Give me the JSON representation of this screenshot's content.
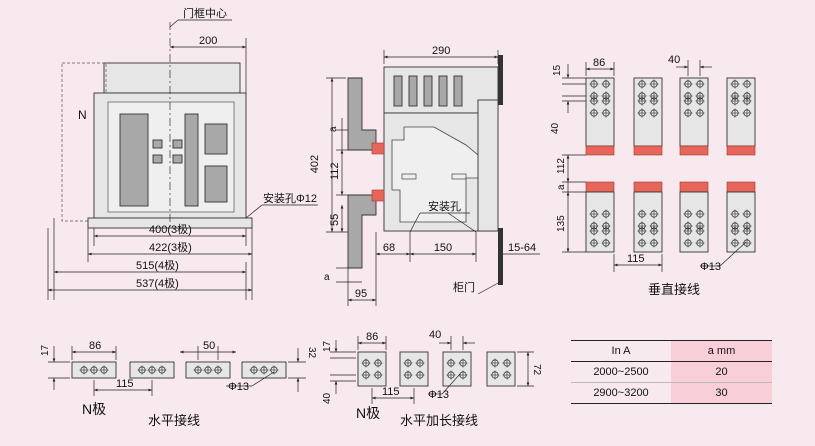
{
  "colors": {
    "background": "#f7e9ee",
    "part_fill": "#e6e6e6",
    "dark_part": "#a8a8a8",
    "terminal_red": "#e8655a",
    "table_highlight": "#f8cfd8"
  },
  "front_view": {
    "door_center_label": "门框中心",
    "dim_200": "200",
    "pole_label": "N",
    "mount_hole_label": "安装孔Φ12",
    "dim_400": "400(3极)",
    "dim_422": "422(3极)",
    "dim_515": "515(4极)",
    "dim_537": "537(4极)"
  },
  "side_view": {
    "dim_290": "290",
    "dim_402": "402",
    "dim_a_top": "a",
    "dim_112": "112",
    "dim_55": "55",
    "mount_hole_label": "安装孔",
    "dim_68": "68",
    "dim_150": "150",
    "dim_15_64": "15-64",
    "dim_a_bottom": "a",
    "dim_95": "95",
    "cabinet_door_label": "柜门"
  },
  "vertical_wiring": {
    "title": "垂直接线",
    "dim_86": "86",
    "dim_40_top": "40",
    "dim_15": "15",
    "dim_40_left": "40",
    "dim_112": "112",
    "dim_a": "a",
    "dim_135": "135",
    "dim_115": "115",
    "hole_label": "Φ13"
  },
  "horizontal_wiring": {
    "dim_17": "17",
    "dim_86": "86",
    "dim_50": "50",
    "dim_32": "32",
    "dim_115": "115",
    "hole_label": "Φ13",
    "n_pole_label": "N极",
    "title": "水平接线"
  },
  "horizontal_extended_wiring": {
    "dim_17": "17",
    "dim_86": "86",
    "dim_40": "40",
    "dim_72": "72",
    "dim_40_left": "40",
    "dim_115": "115",
    "hole_label": "Φ13",
    "n_pole_label": "N极",
    "title": "水平加长接线"
  },
  "current_table": {
    "header": [
      "In   A",
      "a   mm"
    ],
    "rows": [
      [
        "2000~2500",
        "20"
      ],
      [
        "2900~3200",
        "30"
      ]
    ]
  }
}
